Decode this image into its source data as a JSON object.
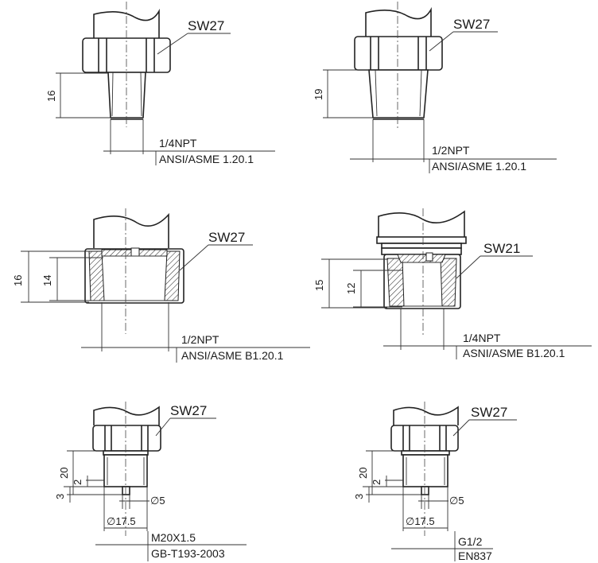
{
  "fittings": [
    {
      "id": "npt-1-4-male",
      "wrench_label": "SW27",
      "thread_line1": "1/4NPT",
      "thread_line2": "ANSI/ASME 1.20.1",
      "dims": [
        "16"
      ]
    },
    {
      "id": "npt-1-2-male",
      "wrench_label": "SW27",
      "thread_line1": "1/2NPT",
      "thread_line2": "ANSI/ASME 1.20.1",
      "dims": [
        "19"
      ]
    },
    {
      "id": "npt-1-2-female",
      "wrench_label": "SW27",
      "thread_line1": "1/2NPT",
      "thread_line2": "ANSI/ASME B1.20.1",
      "dims": [
        "16",
        "14"
      ]
    },
    {
      "id": "npt-1-4-female",
      "wrench_label": "SW21",
      "thread_line1": "1/4NPT",
      "thread_line2": "ASNI/ASME B1.20.1",
      "dims": [
        "15",
        "12"
      ]
    },
    {
      "id": "m20-metric",
      "wrench_label": "SW27",
      "thread_line1": "M20X1.5",
      "thread_line2": "GB-T193-2003",
      "dims": [
        "20",
        "2",
        "3"
      ],
      "diameters": [
        "∅5",
        "∅17.5"
      ]
    },
    {
      "id": "g1-2-bsp",
      "wrench_label": "SW27",
      "thread_line1": "G1/2",
      "thread_line2": "EN837",
      "dims": [
        "20",
        "2",
        "3"
      ],
      "diameters": [
        "∅5",
        "∅17.5"
      ]
    }
  ]
}
